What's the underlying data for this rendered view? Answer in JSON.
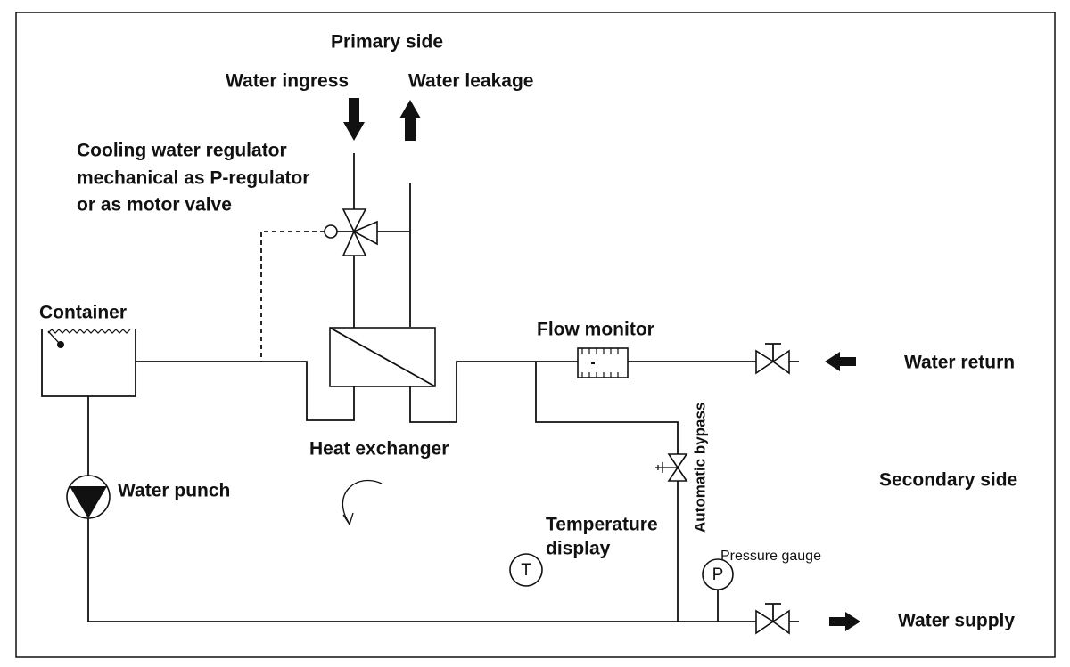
{
  "labels": {
    "primary_side": "Primary side",
    "water_ingress": "Water ingress",
    "water_leakage": "Water leakage",
    "regulator_line1": "Cooling water regulator",
    "regulator_line2": "mechanical as P-regulator",
    "regulator_line3": "or as motor valve",
    "container": "Container",
    "flow_monitor": "Flow monitor",
    "water_return": "Water return",
    "heat_exchanger": "Heat exchanger",
    "automatic_bypass": "Automatic bypass",
    "secondary_side": "Secondary side",
    "water_punch": "Water punch",
    "temperature_line1": "Temperature",
    "temperature_line2": "display",
    "pressure_gauge": "Pressure gauge",
    "water_supply": "Water supply",
    "temp_symbol": "T",
    "pressure_symbol": "P"
  },
  "icons": [
    "arrow-down-icon",
    "arrow-up-icon",
    "three-way-valve-icon",
    "heat-exchanger-icon",
    "flow-monitor-icon",
    "shutoff-valve-icon",
    "bypass-valve-icon",
    "pump-icon",
    "thermometer-icon",
    "pressure-gauge-icon",
    "arrow-left-icon",
    "arrow-right-icon",
    "curved-arrow-icon"
  ]
}
